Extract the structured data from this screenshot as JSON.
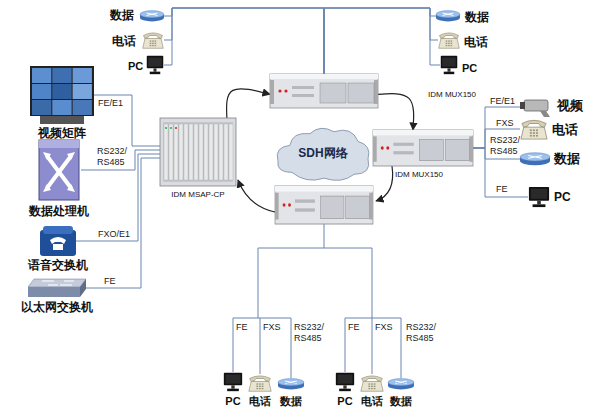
{
  "diagram": {
    "nodes": [
      {
        "text": [
          "数据"
        ]
      },
      {
        "text": [
          "电话"
        ]
      },
      {
        "text": [
          "PC"
        ]
      },
      {
        "text": [
          "数据"
        ]
      },
      {
        "text": [
          "电话"
        ]
      },
      {
        "text": [
          "PC"
        ]
      },
      {
        "text": [
          "视频矩阵"
        ]
      },
      {
        "text": [
          "IDM MUX150"
        ]
      },
      {
        "text": [
          "IDM MSAP-CP"
        ]
      },
      {
        "text": [
          "SDH网络"
        ]
      },
      {
        "text": [
          "视频"
        ]
      },
      {
        "text": [
          "电话"
        ]
      },
      {
        "text": [
          "IDM MUX150"
        ]
      },
      {
        "text": [
          "数据"
        ]
      },
      {
        "text": [
          "PC"
        ]
      },
      {
        "text": [
          "数据处理机"
        ]
      },
      {
        "text": [
          "语音交换机"
        ]
      },
      {
        "text": [
          "以太网交换机"
        ]
      },
      {
        "text": [
          "PC"
        ]
      },
      {
        "text": [
          "电话"
        ]
      },
      {
        "text": [
          "数据"
        ]
      },
      {
        "text": [
          "PC"
        ]
      },
      {
        "text": [
          "电话"
        ]
      },
      {
        "text": [
          "数据"
        ]
      }
    ],
    "edges": [
      {
        "from": 7,
        "to": 0,
        "arrow": "none"
      },
      {
        "from": 7,
        "to": 1,
        "arrow": "none"
      },
      {
        "from": 7,
        "to": 2,
        "arrow": "none"
      },
      {
        "from": 7,
        "to": 3,
        "arrow": "none"
      },
      {
        "from": 7,
        "to": 4,
        "arrow": "none"
      },
      {
        "from": 7,
        "to": 5,
        "arrow": "none"
      },
      {
        "from": 6,
        "to": 8,
        "label": "FE/E1",
        "arrow": "none"
      },
      {
        "from": 15,
        "to": 8,
        "label": "RS232/ RS485",
        "arrow": "none"
      },
      {
        "from": 16,
        "to": 8,
        "label": "FXO/E1",
        "arrow": "none"
      },
      {
        "from": 17,
        "to": 8,
        "label": "FE",
        "arrow": "none"
      },
      {
        "from": 12,
        "to": 10,
        "label": "FE/E1",
        "arrow": "none"
      },
      {
        "from": 12,
        "to": 11,
        "label": "FXS",
        "arrow": "none"
      },
      {
        "from": 12,
        "to": 13,
        "label": "RS232/ RS485",
        "arrow": "none"
      },
      {
        "from": 12,
        "to": 14,
        "label": "FE",
        "arrow": "none"
      },
      {
        "from": 8,
        "to": 7,
        "arrow": "to"
      },
      {
        "from": 7,
        "to": 12,
        "arrow": "to"
      }
    ],
    "labels": [
      "FE",
      "FXS",
      "RS232/ RS485",
      "FE",
      "FXS",
      "RS232/ RS485"
    ]
  }
}
